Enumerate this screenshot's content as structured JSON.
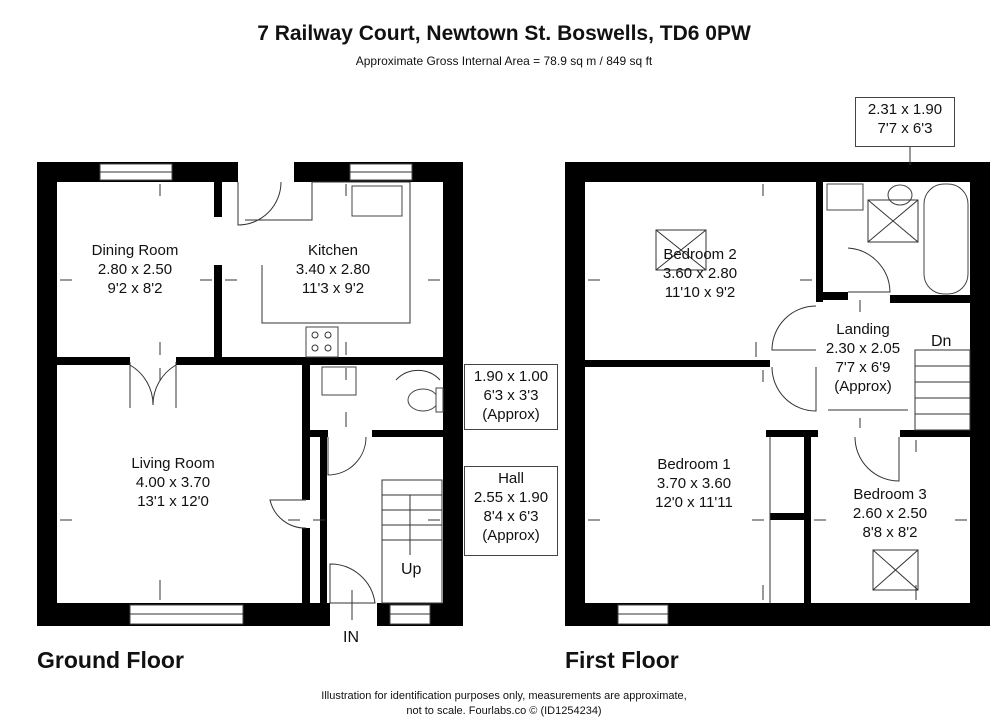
{
  "header": {
    "title": "7 Railway Court, Newtown St. Boswells, TD6 0PW",
    "subtitle": "Approximate Gross Internal Area = 78.9 sq m / 849 sq ft"
  },
  "ground_floor": {
    "label": "Ground Floor",
    "rooms": {
      "dining": {
        "name": "Dining Room",
        "metric": "2.80 x 2.50",
        "imperial": "9'2 x 8'2"
      },
      "kitchen": {
        "name": "Kitchen",
        "metric": "3.40 x 2.80",
        "imperial": "11'3 x 9'2"
      },
      "living": {
        "name": "Living Room",
        "metric": "4.00 x 3.70",
        "imperial": "13'1 x 12'0"
      },
      "wc": {
        "metric": "1.90 x 1.00",
        "imperial": "6'3 x 3'3",
        "note": "(Approx)"
      },
      "hall": {
        "name": "Hall",
        "metric": "2.55 x 1.90",
        "imperial": "8'4 x 6'3",
        "note": "(Approx)"
      }
    },
    "stair_label": "Up",
    "entrance_label": "IN"
  },
  "first_floor": {
    "label": "First Floor",
    "rooms": {
      "bathroom": {
        "metric": "2.31 x 1.90",
        "imperial": "7'7 x 6'3"
      },
      "bedroom2": {
        "name": "Bedroom 2",
        "metric": "3.60 x 2.80",
        "imperial": "11'10 x 9'2"
      },
      "landing": {
        "name": "Landing",
        "metric": "2.30 x 2.05",
        "imperial": "7'7 x 6'9",
        "note": "(Approx)"
      },
      "bedroom1": {
        "name": "Bedroom 1",
        "metric": "3.70 x 3.60",
        "imperial": "12'0 x 11'11"
      },
      "bedroom3": {
        "name": "Bedroom 3",
        "metric": "2.60 x 2.50",
        "imperial": "8'8 x 8'2"
      }
    },
    "stair_label": "Dn"
  },
  "footer": {
    "line1": "Illustration for identification purposes only, measurements are approximate,",
    "line2": "not to scale. Fourlabs.co © (ID1254234)"
  }
}
